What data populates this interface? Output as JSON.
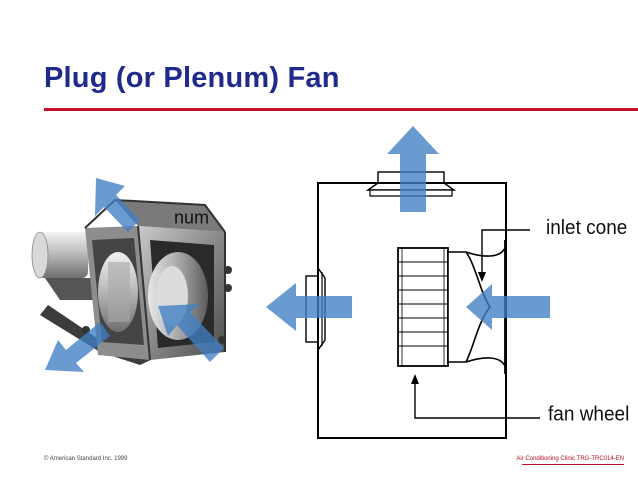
{
  "slide": {
    "title": "Plug (or Plenum) Fan"
  },
  "labels": {
    "inlet_cone": "inlet cone",
    "fan_wheel": "fan wheel",
    "partial_plenum": "num"
  },
  "footer": {
    "copyright": "© American Standard Inc. 1999",
    "course": "Air Conditioning Clinic TRG-TRC014-EN"
  },
  "colors": {
    "title": "#1f2a8c",
    "rule": "#c8102e",
    "arrow": "#4a86c8",
    "frame": "#6b6b6b",
    "outline": "#000000"
  },
  "icons": [
    "airflow-arrow-icon",
    "fan-photo"
  ]
}
